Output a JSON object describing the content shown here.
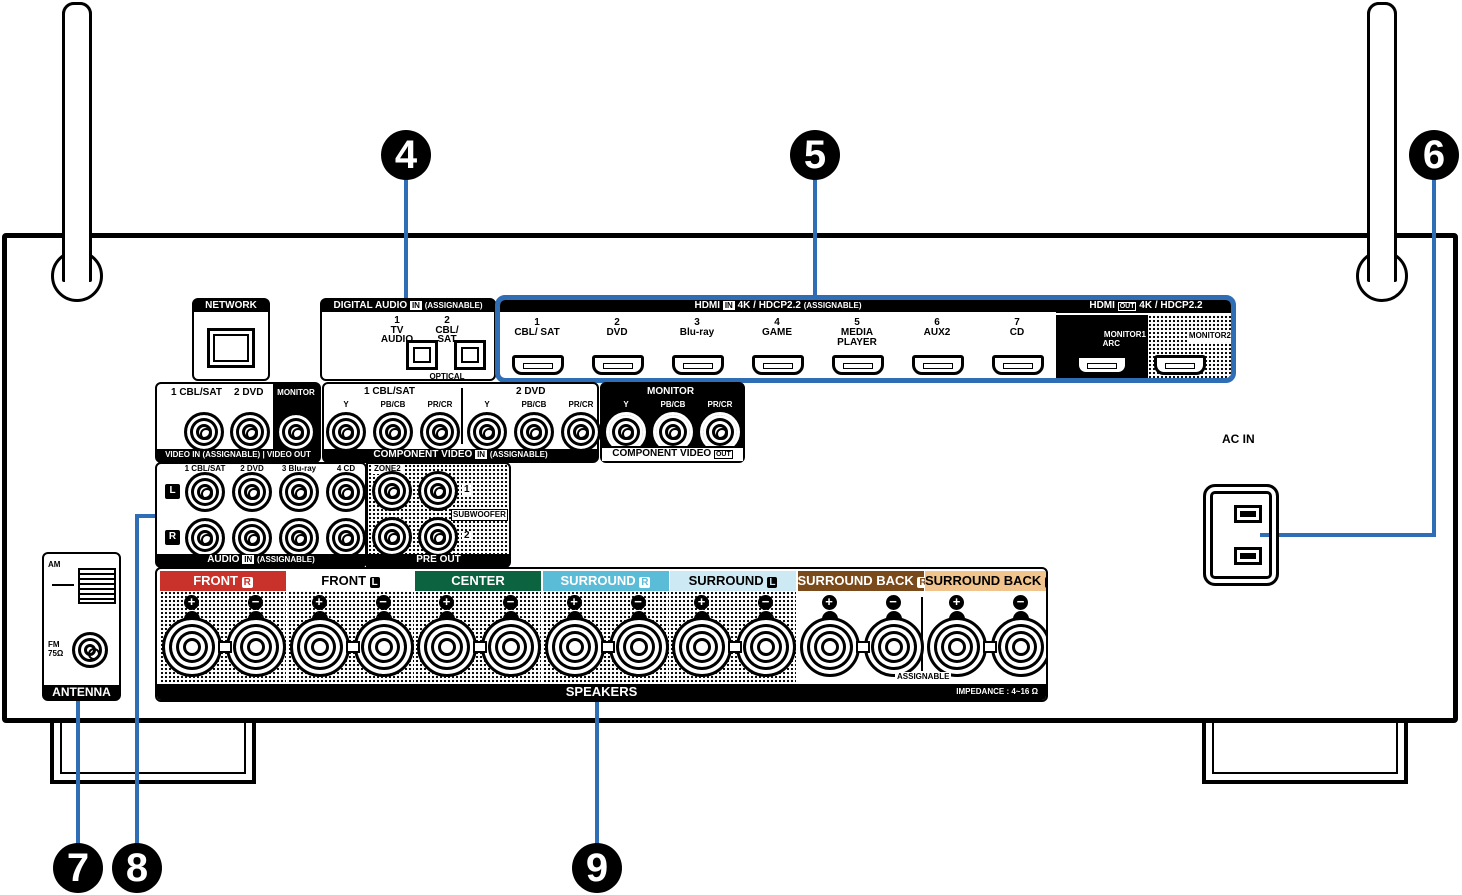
{
  "callouts": {
    "c4": "4",
    "c5": "5",
    "c6": "6",
    "c7": "7",
    "c8": "8",
    "c9": "9"
  },
  "accent_line_color": "#2f6db5",
  "network": {
    "title": "NETWORK"
  },
  "digital_audio": {
    "title": "DIGITAL AUDIO",
    "in_badge": "IN",
    "assignable": "(ASSIGNABLE)",
    "ports": [
      {
        "num": "1",
        "name": "TV AUDIO"
      },
      {
        "num": "2",
        "name": "CBL/ SAT"
      }
    ],
    "optical": "OPTICAL"
  },
  "hdmi_in": {
    "title": "HDMI",
    "in_badge": "IN",
    "spec": "4K / HDCP2.2",
    "assignable": "(ASSIGNABLE)",
    "ports": [
      {
        "num": "1",
        "name": "CBL/ SAT"
      },
      {
        "num": "2",
        "name": "DVD"
      },
      {
        "num": "3",
        "name": "Blu-ray"
      },
      {
        "num": "4",
        "name": "GAME"
      },
      {
        "num": "5",
        "name": "MEDIA PLAYER"
      },
      {
        "num": "6",
        "name": "AUX2"
      },
      {
        "num": "7",
        "name": "CD"
      }
    ]
  },
  "hdmi_out": {
    "title": "HDMI",
    "out_badge": "OUT",
    "spec": "4K / HDCP2.2",
    "monitor1": "MONITOR1",
    "arc": "ARC",
    "monitor2": "MONITOR2"
  },
  "video": {
    "labels": [
      "1 CBL/SAT",
      "2 DVD"
    ],
    "monitor": "MONITOR",
    "in_title": "VIDEO",
    "in_badge": "IN",
    "assignable": "(ASSIGNABLE)",
    "out_title": "VIDEO",
    "out_badge": "OUT"
  },
  "component_in": {
    "groups": [
      "1 CBL/SAT",
      "2 DVD"
    ],
    "channels": [
      "Y",
      "PB/CB",
      "PR/CR"
    ],
    "title": "COMPONENT VIDEO",
    "in_badge": "IN",
    "assignable": "(ASSIGNABLE)"
  },
  "component_out": {
    "group": "MONITOR",
    "channels": [
      "Y",
      "PB/CB",
      "PR/CR"
    ],
    "title": "COMPONENT VIDEO",
    "out_badge": "OUT"
  },
  "audio_in": {
    "labels": [
      "1 CBL/SAT",
      "2 DVD",
      "3 Blu-ray",
      "4 CD"
    ],
    "left": "L",
    "right": "R",
    "title": "AUDIO",
    "in_badge": "IN",
    "assignable": "(ASSIGNABLE)"
  },
  "pre_out": {
    "zone2": "ZONE2",
    "sub1": "1",
    "sub2": "2",
    "subwoofer": "SUBWOOFER",
    "title": "PRE OUT"
  },
  "antenna": {
    "am": "AM",
    "fm": "FM",
    "fm_impedance": "75Ω",
    "title": "ANTENNA"
  },
  "ac_in": {
    "label": "AC IN"
  },
  "speakers": {
    "title": "SPEAKERS",
    "impedance": "IMPEDANCE : 4~16 Ω",
    "assignable": "ASSIGNABLE",
    "plus": "+",
    "minus": "−",
    "channels": [
      {
        "name": "FRONT",
        "side": "R",
        "bg": "#c8322a",
        "fg": "#ffffff",
        "dotted": true
      },
      {
        "name": "FRONT",
        "side": "L",
        "bg": "#ffffff",
        "fg": "#000000",
        "dotted": true
      },
      {
        "name": "CENTER",
        "side": "",
        "bg": "#0b6340",
        "fg": "#ffffff",
        "dotted": true
      },
      {
        "name": "SURROUND",
        "side": "R",
        "bg": "#5bbcd8",
        "fg": "#ffffff",
        "dotted": true
      },
      {
        "name": "SURROUND",
        "side": "L",
        "bg": "#cde9f3",
        "fg": "#000000",
        "dotted": true
      },
      {
        "name": "SURROUND BACK",
        "side": "R",
        "bg": "#7a4a1a",
        "fg": "#ffffff",
        "dotted": false
      },
      {
        "name": "SURROUND BACK",
        "side": "L",
        "bg": "#f0c48c",
        "fg": "#000000",
        "dotted": false
      }
    ]
  }
}
